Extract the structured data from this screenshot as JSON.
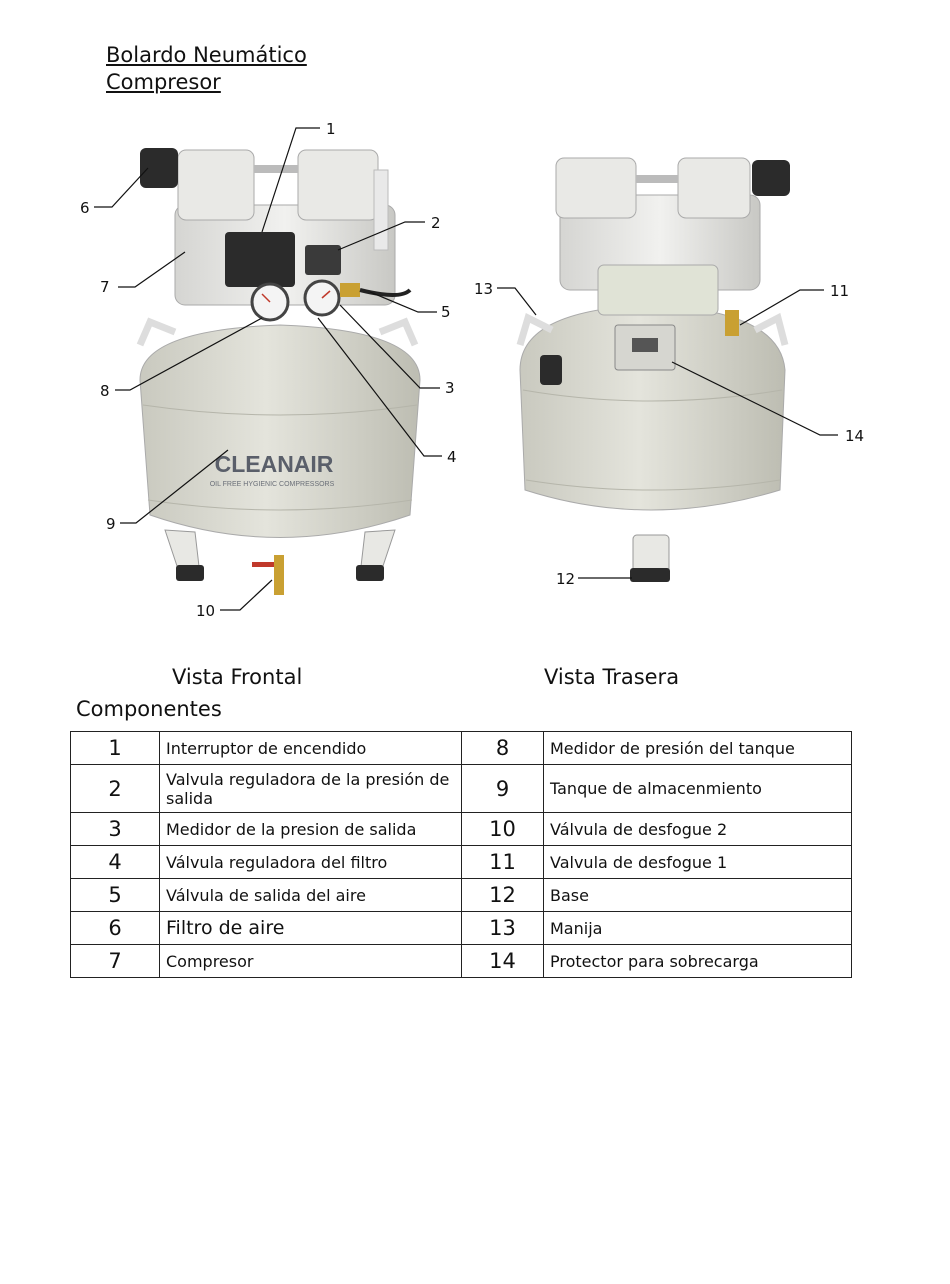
{
  "title_lines": [
    "Bolardo Neumático",
    "Compresor"
  ],
  "views": {
    "front": "Vista Frontal",
    "rear": "Vista Trasera"
  },
  "brand": {
    "name": "CLEANAIR",
    "tagline": "OIL FREE HYGIENIC COMPRESSORS"
  },
  "callouts": [
    "1",
    "2",
    "3",
    "4",
    "5",
    "6",
    "7",
    "8",
    "9",
    "10",
    "11",
    "12",
    "13",
    "14"
  ],
  "components_title": "Componentes",
  "components": [
    {
      "n": "1",
      "label": "Interruptor de encendido"
    },
    {
      "n": "2",
      "label": "Valvula reguladora de la presión de salida"
    },
    {
      "n": "3",
      "label": "Medidor de la presion de salida"
    },
    {
      "n": "4",
      "label": "Válvula reguladora del filtro"
    },
    {
      "n": "5",
      "label": "Válvula de salida del aire"
    },
    {
      "n": "6",
      "label": "Filtro de aire"
    },
    {
      "n": "7",
      "label": "Compresor"
    },
    {
      "n": "8",
      "label": "Medidor de presión del tanque"
    },
    {
      "n": "9",
      "label": "Tanque de almacenmiento"
    },
    {
      "n": "10",
      "label": "Válvula de desfogue 2"
    },
    {
      "n": "11",
      "label": "Valvula de desfogue 1"
    },
    {
      "n": "12",
      "label": "Base"
    },
    {
      "n": "13",
      "label": "Manija"
    },
    {
      "n": "14",
      "label": "Protector para sobrecarga"
    }
  ],
  "colors": {
    "tank": "#d9d9cf",
    "metal": "#e7e7e4",
    "dark": "#2b2b2b"
  }
}
